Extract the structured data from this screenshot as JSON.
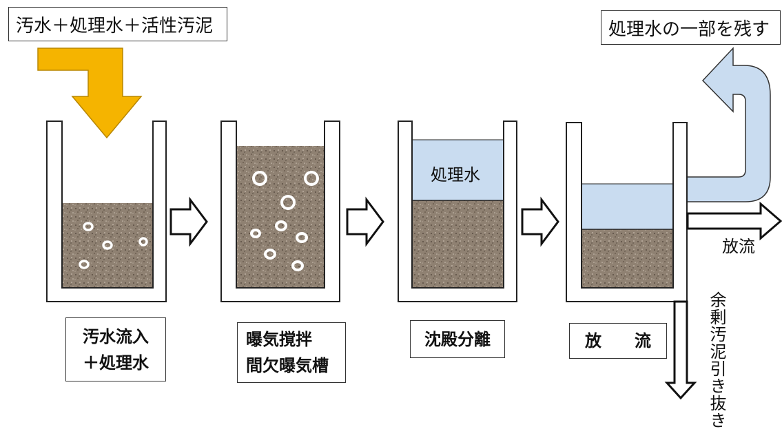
{
  "labels": {
    "input_top": "汚水＋処理水＋活性汚泥",
    "output_top": "処理水の一部を残す",
    "tank3_water": "処理水",
    "discharge": "放流",
    "sludge_withdrawal": "余剰汚泥引き抜き"
  },
  "steps": [
    {
      "line1": "汚水流入",
      "line2": "＋処理水"
    },
    {
      "line1": "曝気撹拌",
      "line2": "間欠曝気槽"
    },
    {
      "line1": "沈殿分離",
      "line2": ""
    },
    {
      "line1": "放　　流",
      "line2": ""
    }
  ],
  "colors": {
    "inflow_arrow": "#F5B400",
    "water": "#C9DCF0",
    "sludge": "#8C7E6E",
    "outline": "#222222"
  }
}
